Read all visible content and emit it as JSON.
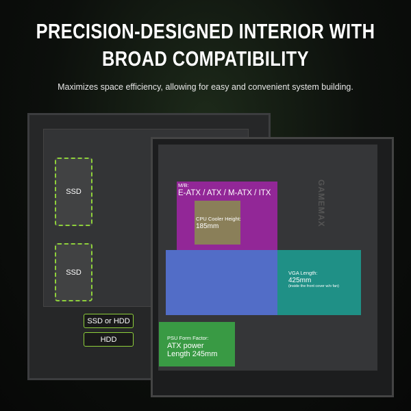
{
  "headline": {
    "line1": "PRECISION-DESIGNED INTERIOR WITH",
    "line2": "BROAD COMPATIBILITY"
  },
  "subtitle": "Maximizes space efficiency, allowing for easy and convenient system building.",
  "back_case": {
    "bays": [
      {
        "label": "SSD"
      },
      {
        "label": "SSD"
      },
      {
        "label": "SSD or HDD"
      },
      {
        "label": "HDD"
      }
    ]
  },
  "front_case": {
    "brand": "GAMEMAX",
    "motherboard": {
      "label": "M/B:",
      "value": "E-ATX / ATX / M-ATX / ITX"
    },
    "cpu_cooler": {
      "label": "CPU Cooler Height:",
      "value": "185mm"
    },
    "vga": {
      "label": "VGA Length:",
      "value": "425mm",
      "note": "(inside the front cover w/o fan)"
    },
    "psu": {
      "label": "PSU Form Factor:",
      "value1": "ATX power",
      "value2": "Length 245mm"
    }
  },
  "colors": {
    "accent": "#8fd13b",
    "motherboard": "#a224a8",
    "cpu": "#8a8a52",
    "vga": "#1aa89a",
    "vga_overlap": "#5a6ad0",
    "psu": "#3aa845"
  }
}
